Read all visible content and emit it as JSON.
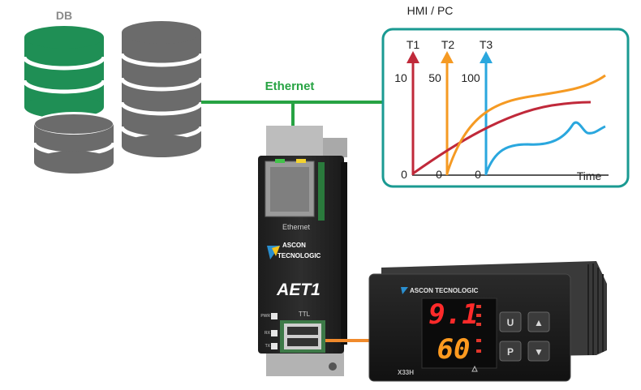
{
  "db": {
    "label": "DB"
  },
  "hmi": {
    "label": "HMI / PC",
    "channels": [
      {
        "name": "T1",
        "scale": "10",
        "zero": "0",
        "color": "#c0293a"
      },
      {
        "name": "T2",
        "scale": "50",
        "zero": "0",
        "color": "#f59a23"
      },
      {
        "name": "T3",
        "scale": "100",
        "zero": "0",
        "color": "#2aa7de"
      }
    ],
    "time_label": "Time",
    "frame_color": "#1a9a92"
  },
  "network": {
    "label": "Ethernet",
    "color": "#27a343"
  },
  "aet1": {
    "port_label": "Ethernet",
    "brand_line1": "ASCON",
    "brand_line2": "TECNOLOGIC",
    "model": "AET1",
    "ttl_label": "TTL",
    "led_labels": [
      "PWR",
      "RX",
      "TX"
    ]
  },
  "controller": {
    "brand": "ASCON TECNOLOGIC",
    "display_top": "9.1",
    "display_bottom": "60",
    "model": "X33H",
    "buttons": [
      "U",
      "▲",
      "P",
      "▼"
    ]
  },
  "link_color": "#f08a2c",
  "db_colors": {
    "green": "#1f8f55",
    "grey": "#6b6b6b"
  }
}
